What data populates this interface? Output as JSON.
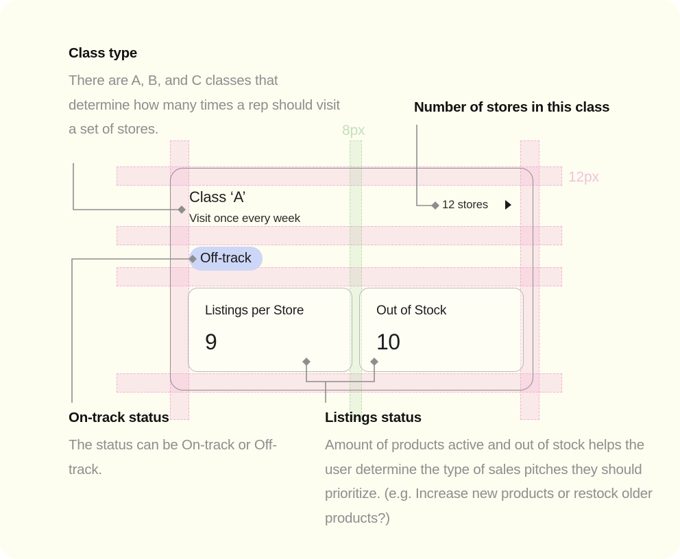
{
  "annotations": {
    "class_type": {
      "title": "Class type",
      "body": "There are A, B, and C classes that determine how many times a rep should visit a set of stores."
    },
    "store_count": {
      "title": "Number of stores in this class"
    },
    "on_track_status": {
      "title": "On-track status",
      "body": "The status can be On-track or Off-track."
    },
    "listings_status": {
      "title": "Listings status",
      "body": "Amount of products active and out of stock helps the user determine the type of sales pitches they should prioritize. (e.g. Increase new products or restock older products?)"
    }
  },
  "spacing_guides": {
    "vertical_gap_label": "8px",
    "padding_label": "12px",
    "pink_color": "#f4b2d4",
    "green_color": "#96cd8c"
  },
  "card": {
    "class_name": "Class ‘A’",
    "class_subtitle": "Visit once every week",
    "store_count_label": "12 stores",
    "chevron_icon": "chevron-right-icon",
    "status": {
      "label": "Off-track",
      "background": "#ccd6f6"
    },
    "metrics": [
      {
        "label": "Listings per Store",
        "value": "9"
      },
      {
        "label": "Out of Stock",
        "value": "10"
      }
    ]
  }
}
